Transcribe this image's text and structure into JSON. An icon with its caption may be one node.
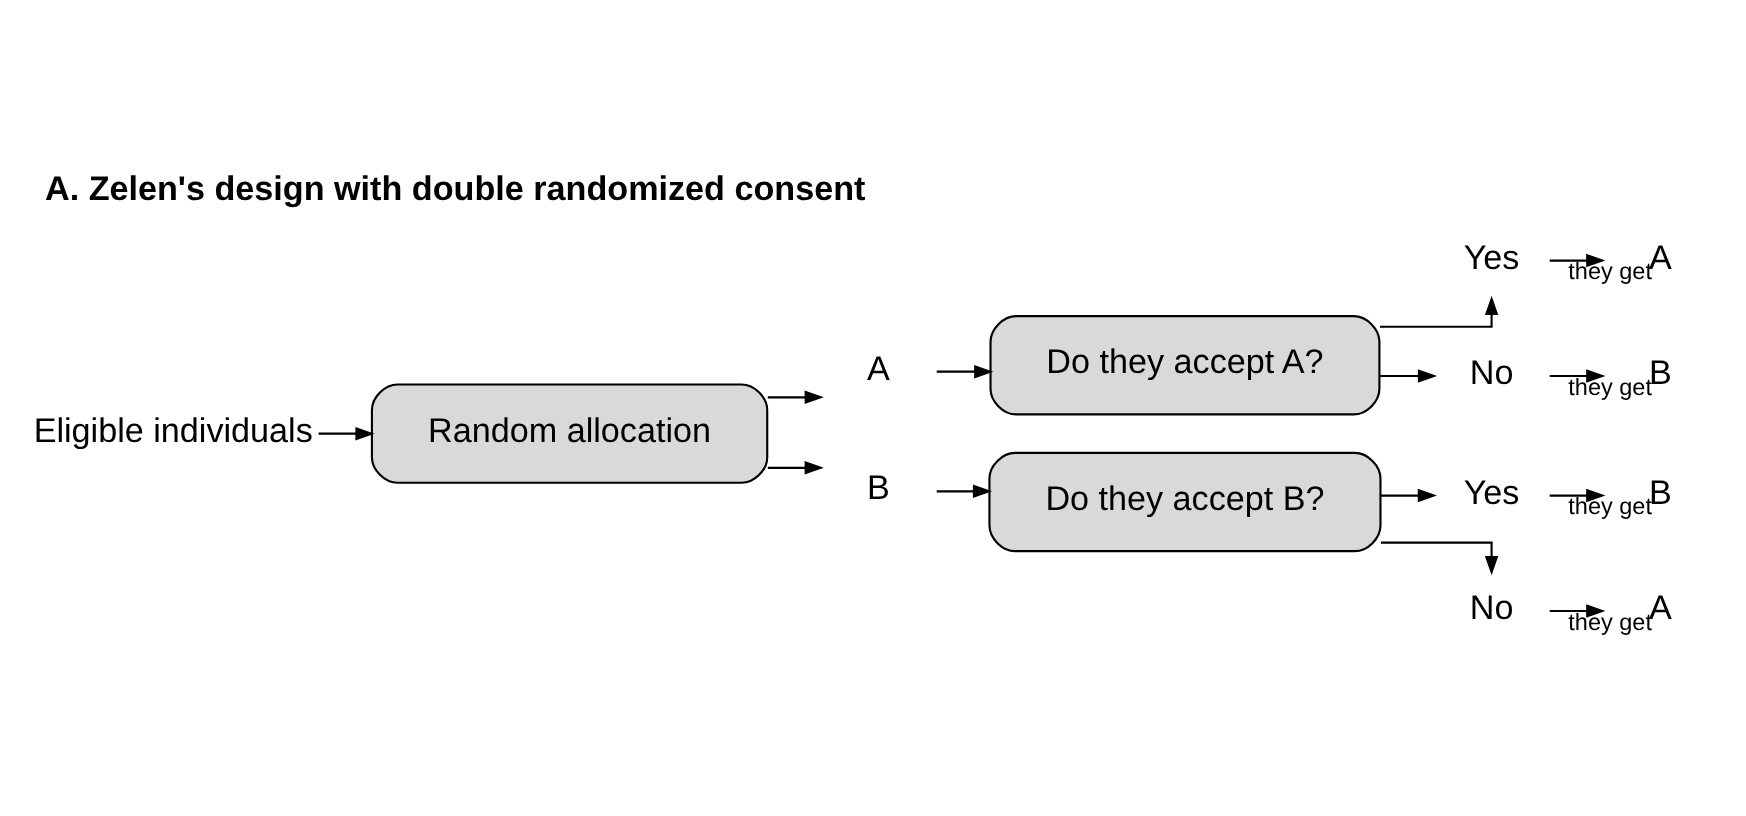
{
  "diagram": {
    "title": "A. Zelen's design with double randomized consent",
    "nodes": [
      {
        "text": [
          "Eligible individuals"
        ]
      },
      {
        "text": [
          "Random allocation"
        ]
      },
      {
        "text": [
          "A"
        ]
      },
      {
        "text": [
          "B"
        ]
      },
      {
        "text": [
          "Do they accept A?"
        ]
      },
      {
        "text": [
          "Do they accept B?"
        ]
      },
      {
        "text": [
          "Yes"
        ]
      },
      {
        "text": [
          "A"
        ]
      },
      {
        "text": [
          "No"
        ]
      },
      {
        "text": [
          "B"
        ]
      },
      {
        "text": [
          "Yes"
        ]
      },
      {
        "text": [
          "B"
        ]
      },
      {
        "text": [
          "No"
        ]
      },
      {
        "text": [
          "A"
        ]
      }
    ],
    "edges": [
      {
        "from": 0,
        "to": 1,
        "arrow": "to"
      },
      {
        "from": 1,
        "to": 2,
        "arrow": "to"
      },
      {
        "from": 1,
        "to": 3,
        "arrow": "to"
      },
      {
        "from": 2,
        "to": 4,
        "arrow": "to"
      },
      {
        "from": 3,
        "to": 5,
        "arrow": "to"
      },
      {
        "from": 4,
        "to": 6,
        "arrow": "to"
      },
      {
        "from": 6,
        "to": 7,
        "arrow": "to",
        "label": "they get"
      },
      {
        "from": 4,
        "to": 8,
        "arrow": "to"
      },
      {
        "from": 8,
        "to": 9,
        "arrow": "to",
        "label": "they get"
      },
      {
        "from": 5,
        "to": 10,
        "arrow": "to"
      },
      {
        "from": 10,
        "to": 11,
        "arrow": "to",
        "label": "they get"
      },
      {
        "from": 5,
        "to": 12,
        "arrow": "to"
      },
      {
        "from": 12,
        "to": 13,
        "arrow": "to",
        "label": "they get"
      }
    ]
  }
}
